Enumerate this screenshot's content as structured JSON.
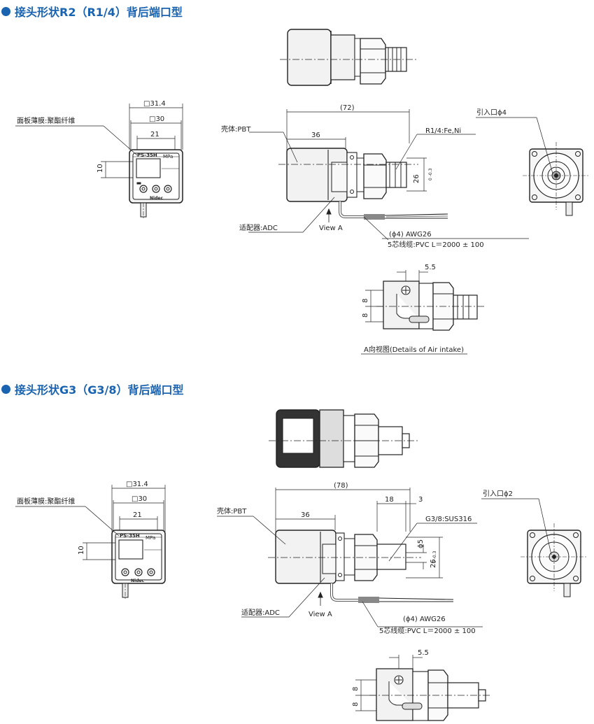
{
  "sections": [
    {
      "title": "接头形状R2（R1/4）背后端口型",
      "front": {
        "outer_dim": "□31.4",
        "inner_dim": "□30",
        "window_dim": "21",
        "height_dim": "10",
        "panel_label": "面板薄膜:聚酯纤维",
        "model": "PS-35H",
        "unit": "MPa",
        "brand": "Nidec"
      },
      "side": {
        "total_len": "(72)",
        "body_len": "36",
        "shell_label": "壳体:PBT",
        "thread_label": "R1/4:Fe,Ni",
        "height_dim": "26",
        "tol": "0\n-0.3",
        "adapter_label": "适配器:ADC",
        "view_label": "View A",
        "cable_dia": "(ϕ4) AWG26",
        "cable_spec": "5芯线缆:PVC  L＝2000 ± 100"
      },
      "inlet": {
        "label": "引入口ϕ4"
      },
      "view_a": {
        "dim_top": "5.5",
        "dim_left1": "8",
        "dim_left2": "8",
        "caption": "A向视图(Details of Air intake)"
      }
    },
    {
      "title": "接头形状G3（G3/8）背后端口型",
      "front": {
        "outer_dim": "□31.4",
        "inner_dim": "□30",
        "window_dim": "21",
        "height_dim": "10",
        "panel_label": "面板薄膜:聚酯纤维",
        "model": "PS-35H",
        "unit": "MPa",
        "brand": "Nidec"
      },
      "side": {
        "total_len": "(78)",
        "body_len": "36",
        "dim_18": "18",
        "dim_3": "3",
        "shell_label": "壳体:PBT",
        "thread_label": "G3/8:SUS316",
        "phi_dim": "ϕ5",
        "height_dim": "26",
        "tol": "0\n-0.3",
        "adapter_label": "适配器:ADC",
        "view_label": "View A",
        "cable_dia": "(ϕ4) AWG26",
        "cable_spec": "5芯线缆:PVC  L＝2000 ± 100"
      },
      "inlet": {
        "label": "引入口ϕ2"
      },
      "view_a": {
        "dim_top": "5.5",
        "dim_left1": "8",
        "dim_left2": "8"
      }
    }
  ],
  "colors": {
    "title": "#1a63b0",
    "line": "#222222",
    "body_fill": "#f2f2f2",
    "dark_fill": "#333333"
  }
}
